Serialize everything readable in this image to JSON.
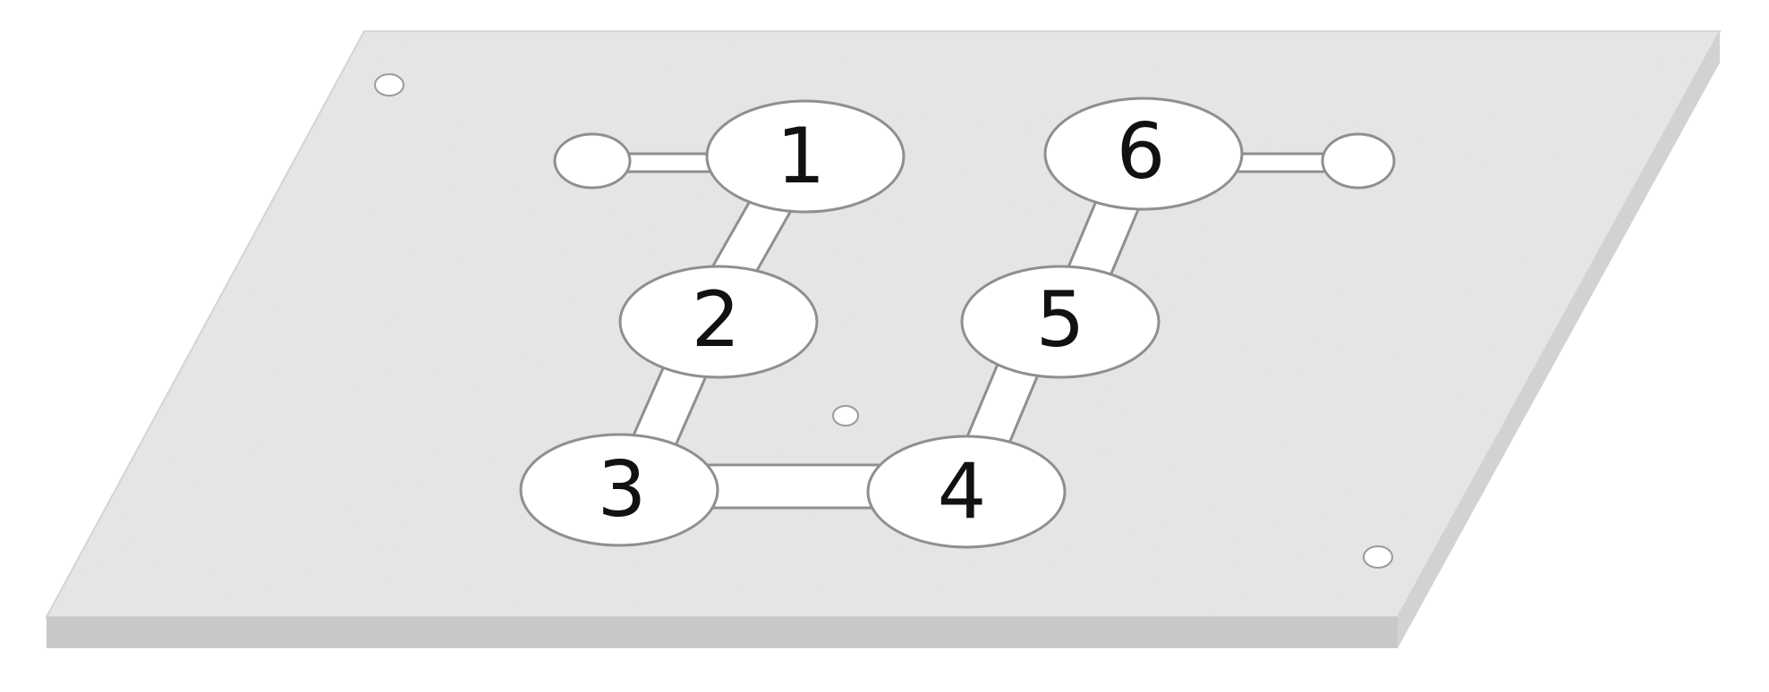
{
  "diagram": {
    "plate_color": "#e6e6e6",
    "plate_edge_color": "#c8c8c8",
    "cutout_color": "#ffffff",
    "chambers": [
      {
        "label": "1"
      },
      {
        "label": "2"
      },
      {
        "label": "3"
      },
      {
        "label": "4"
      },
      {
        "label": "5"
      },
      {
        "label": "6"
      }
    ]
  }
}
